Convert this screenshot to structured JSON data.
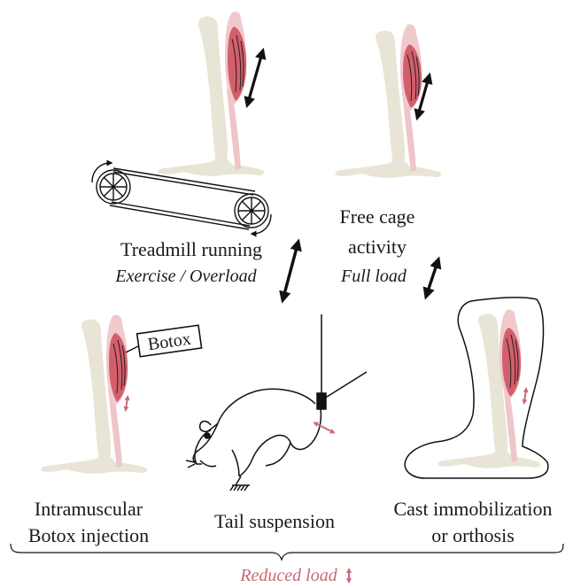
{
  "labels": {
    "treadmill_title": "Treadmill running",
    "treadmill_sub": "Exercise / Overload",
    "free_title_1": "Free cage",
    "free_title_2": "activity",
    "free_sub": "Full load",
    "botox_tag": "Botox",
    "botox_title_1": "Intramuscular",
    "botox_title_2": "Botox injection",
    "tail_title": "Tail suspension",
    "cast_title_1": "Cast immobilization",
    "cast_title_2": "or orthosis",
    "bottom_label": "Reduced load"
  },
  "colors": {
    "bone": "#e9e5d6",
    "muscle_light": "#f0c9cc",
    "muscle": "#d2606c",
    "tendon": "#eec5c8",
    "accent": "#c96a76",
    "ink": "#111111"
  },
  "icons": {
    "double_arrow": "double-headed-arrow",
    "small_arrow": "small-double-arrow"
  }
}
